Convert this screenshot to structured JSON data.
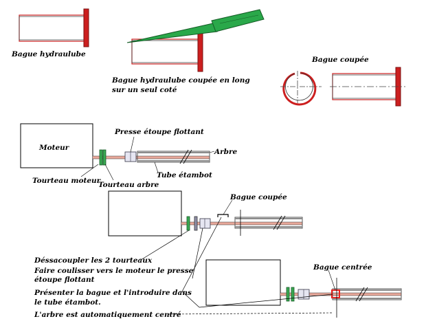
{
  "labels": {
    "hydraulube": "Bague hydraulube",
    "cut_long_1": "Bague hydraulube coupée en long",
    "cut_long_2": "sur un seul coté",
    "bague_coupee_top": "Bague coupée",
    "presse_etoupe": "Presse étoupe flottant",
    "moteur": "Moteur",
    "arbre": "Arbre",
    "tube_etambot": "Tube étambot",
    "tourteau_moteur": "Tourteau moteur",
    "tourteau_arbre": "Tourteau arbre",
    "bague_coupee_mid": "Bague coupée",
    "bague_centree": "Bague centrée"
  },
  "instructions": [
    "Déssacoupler les 2 tourteaux",
    " Faire coulisser vers le moteur le presse",
    "étoupe flottant",
    " Présenter la bague et l'introduire dans",
    "le tube étambot.",
    "L'arbre est automatiquement centré"
  ],
  "colors": {
    "bushing_red": "#cc1f1f",
    "tool_green": "#2aa84a",
    "tourteau_green": "#3aa852",
    "shaft_pink": "#e8a89a",
    "tube_gray": "#8c8c8c",
    "highlight_red": "#e8231f"
  }
}
